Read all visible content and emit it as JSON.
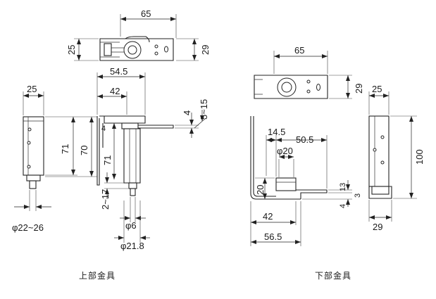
{
  "upper": {
    "caption": "上部金具",
    "dims": {
      "top_width": "65",
      "top_h_left": "25",
      "top_h_right": "29",
      "side_width": "25",
      "side_h1": "71",
      "side_h2": "70",
      "side_bore": "φ22~26",
      "front_w1": "54.5",
      "front_w2": "42",
      "front_h": "71",
      "front_adj": "2~17",
      "front_pin": "φ6",
      "front_collar": "φ21.8",
      "plate_t": "4",
      "plate_gap": "5~15"
    }
  },
  "lower": {
    "caption": "下部金具",
    "dims": {
      "top_width": "65",
      "top_h": "29",
      "front_w1": "14.5",
      "front_w2": "50.5",
      "front_dia": "φ20",
      "front_h": "20",
      "front_w3": "42",
      "front_w4": "56.5",
      "right_t1": "13",
      "right_t2": "3",
      "right_t3": "4",
      "side_width": "25",
      "side_h": "100",
      "side_bottom": "29"
    }
  }
}
